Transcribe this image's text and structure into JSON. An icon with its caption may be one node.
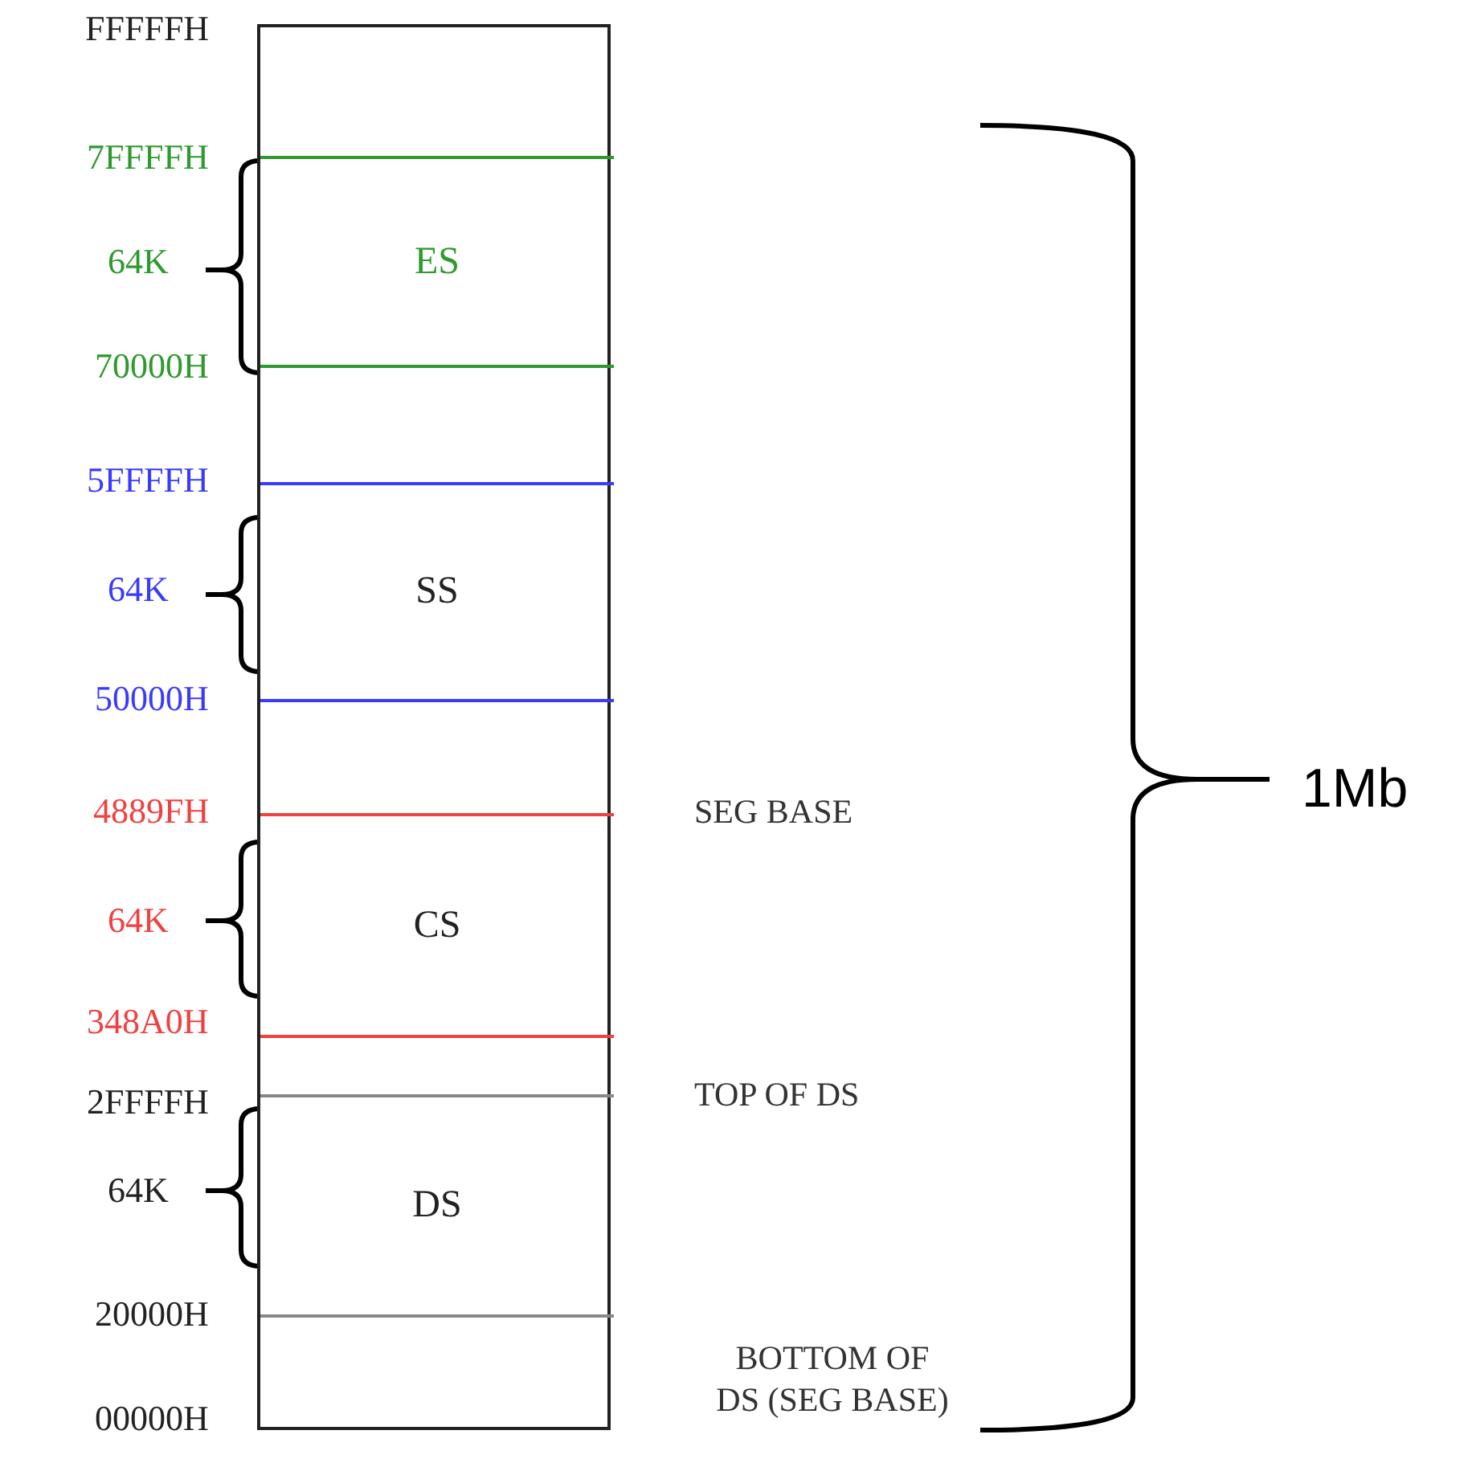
{
  "diagram": {
    "nodes": [
      {
        "text": [],
        "shape": "bar"
      },
      {
        "text": [
          "ES"
        ],
        "in": 0
      },
      {
        "text": [
          "SS"
        ],
        "in": 0
      },
      {
        "text": [
          "CS"
        ],
        "in": 0
      },
      {
        "text": [
          "DS"
        ],
        "in": 0
      }
    ],
    "edges": [],
    "labels": [
      "FFFFFH",
      "7FFFFH",
      "64K",
      "70000H",
      "5FFFFH",
      "64K",
      "50000H",
      "4889FH",
      "SEG BASE",
      "64K",
      "348A0H",
      "2FFFFH",
      "TOP OF DS",
      "64K",
      "20000H",
      "BOTTOM OF DS (SEG BASE)",
      "00000H",
      "1Mb"
    ]
  }
}
